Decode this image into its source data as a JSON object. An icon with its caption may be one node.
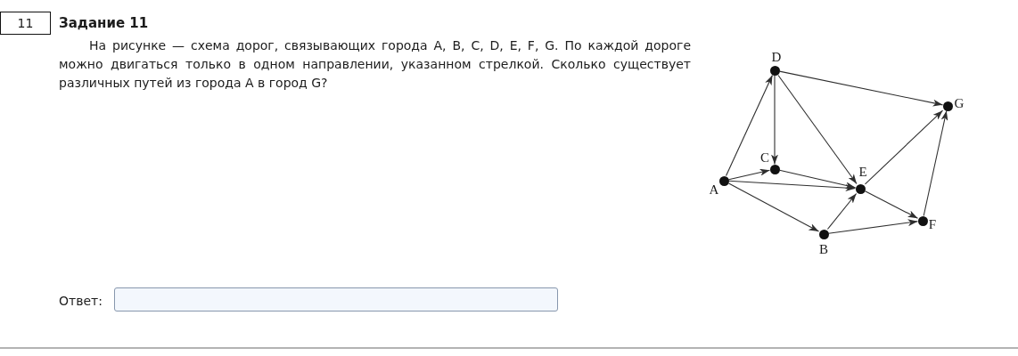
{
  "diagram": {
    "title": "Задание 11",
    "nodes": [
      {
        "text": [
          "A"
        ]
      },
      {
        "text": [
          "B"
        ]
      },
      {
        "text": [
          "C"
        ]
      },
      {
        "text": [
          "D"
        ]
      },
      {
        "text": [
          "E"
        ]
      },
      {
        "text": [
          "F"
        ]
      },
      {
        "text": [
          "G"
        ]
      }
    ],
    "edges": [
      {
        "from": 0,
        "to": 3,
        "arrow": "to"
      },
      {
        "from": 0,
        "to": 2,
        "arrow": "to"
      },
      {
        "from": 0,
        "to": 4,
        "arrow": "to"
      },
      {
        "from": 0,
        "to": 1,
        "arrow": "to"
      },
      {
        "from": 3,
        "to": 2,
        "arrow": "to"
      },
      {
        "from": 3,
        "to": 4,
        "arrow": "to"
      },
      {
        "from": 3,
        "to": 6,
        "arrow": "to"
      },
      {
        "from": 2,
        "to": 4,
        "arrow": "to"
      },
      {
        "from": 1,
        "to": 4,
        "arrow": "to"
      },
      {
        "from": 1,
        "to": 5,
        "arrow": "to"
      },
      {
        "from": 4,
        "to": 6,
        "arrow": "to"
      },
      {
        "from": 4,
        "to": 5,
        "arrow": "to"
      },
      {
        "from": 5,
        "to": 6,
        "arrow": "to"
      }
    ],
    "labels": [
      "11",
      "На рисунке — схема дорог, связывающих города A, B, C, D, E, F, G. По каждой дороге можно двигаться только в одном направлении, указанном стрелкой. Сколько существует различных путей из города A в город G?",
      "Ответ:"
    ]
  }
}
